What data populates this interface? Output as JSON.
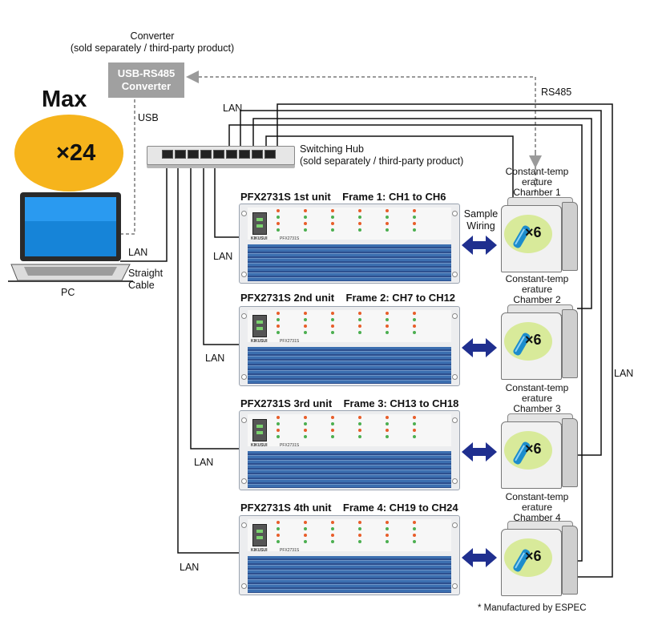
{
  "converter": {
    "caption_line1": "Converter",
    "caption_line2": "(sold separately / third-party product)",
    "box_line1": "USB-RS485",
    "box_line2": "Converter"
  },
  "max_badge": {
    "max": "Max",
    "count": "×24"
  },
  "connection_labels": {
    "usb": "USB",
    "rs485": "RS485",
    "lan_top": "LAN",
    "lan_pc": "LAN",
    "straight_cable_line1": "Straight",
    "straight_cable_line2": "Cable",
    "lan_right": "LAN",
    "lan_unit1": "LAN",
    "lan_unit2": "LAN",
    "lan_unit3": "LAN",
    "lan_unit4": "LAN",
    "sample_wiring_line1": "Sample",
    "sample_wiring_line2": "Wiring"
  },
  "hub": {
    "caption_line1": "Switching Hub",
    "caption_line2": "(sold separately / third-party product)"
  },
  "pc": {
    "label": "PC"
  },
  "units": [
    {
      "title": "PFX2731S 1st unit",
      "frame": "Frame 1: CH1 to CH6"
    },
    {
      "title": "PFX2731S 2nd unit",
      "frame": "Frame 2: CH7 to CH12"
    },
    {
      "title": "PFX2731S 3rd unit",
      "frame": "Frame 3: CH13 to CH18"
    },
    {
      "title": "PFX2731S 4th unit",
      "frame": "Frame 4: CH19 to CH24"
    }
  ],
  "unit_face": {
    "brand": "KIKUSUI",
    "model": "PFX2731S"
  },
  "chambers": [
    {
      "line1": "Constant-temp",
      "line2": "erature",
      "line3": "Chamber 1",
      "count": "×6"
    },
    {
      "line1": "Constant-temp",
      "line2": "erature",
      "line3": "Chamber 2",
      "count": "×6"
    },
    {
      "line1": "Constant-temp",
      "line2": "erature",
      "line3": "Chamber 3",
      "count": "×6"
    },
    {
      "line1": "Constant-temp",
      "line2": "erature",
      "line3": "Chamber 4",
      "count": "×6"
    }
  ],
  "footnote": "* Manufactured by ESPEC",
  "colors": {
    "badge": "#f6b41c",
    "arrow": "#1f2f8f",
    "battery": "#1c8ccc",
    "converter_box": "#a0a0a0",
    "chamber_blob": "#d8ea9a"
  },
  "icons": [
    "battery-icon",
    "laptop-icon",
    "switching-hub-icon",
    "chamber-icon",
    "double-arrow-icon"
  ]
}
